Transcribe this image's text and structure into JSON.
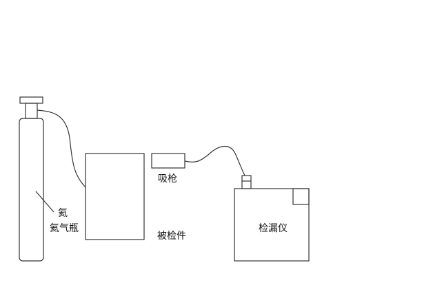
{
  "diagram": {
    "labels": {
      "helium_line1": "氦",
      "helium_line2": "氦气瓶",
      "suction_gun": "吸枪",
      "test_piece": "被检件",
      "leak_detector": "检漏仪"
    },
    "colors": {
      "stroke": "#333333",
      "background": "#ffffff",
      "text": "#111111"
    }
  }
}
